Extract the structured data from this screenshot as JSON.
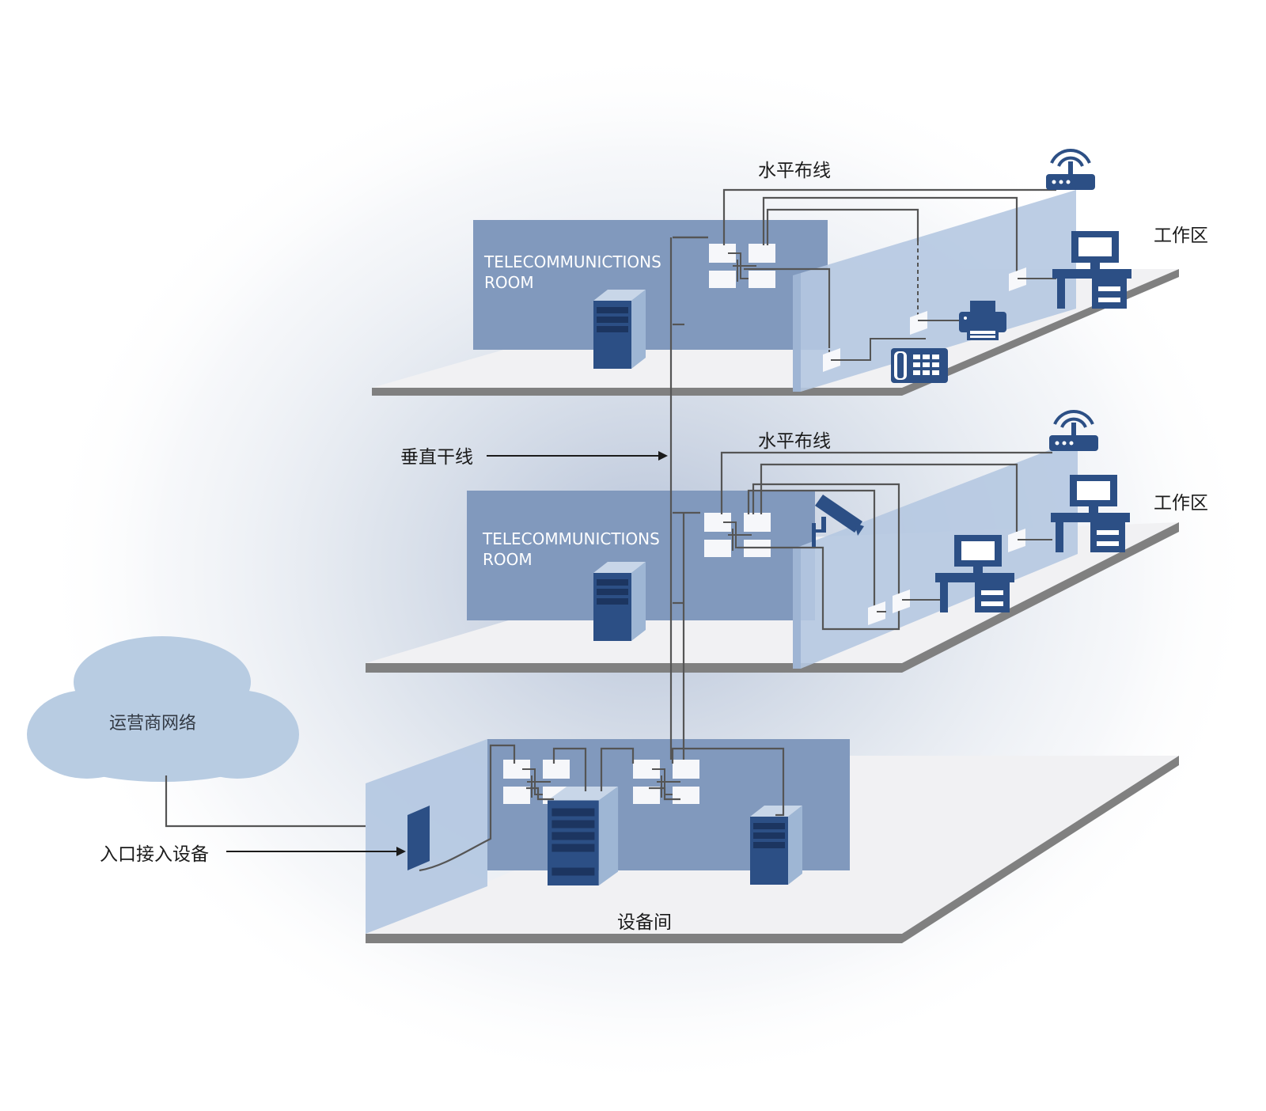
{
  "floors": [
    {
      "room_label_line1": "TELECOMMUNICTIONS",
      "room_label_line2": "ROOM",
      "horizontal_cabling_label": "水平布线",
      "work_area_label": "工作区"
    },
    {
      "room_label_line1": "TELECOMMUNICTIONS",
      "room_label_line2": "ROOM",
      "horizontal_cabling_label": "水平布线",
      "work_area_label": "工作区"
    }
  ],
  "backbone_label": "垂直干线",
  "carrier_network_label": "运营商网络",
  "entrance_facility_label": "入口接入设备",
  "equipment_room_label": "设备间",
  "colors": {
    "floor_slab": "#f1f1f3",
    "floor_edge": "#808080",
    "room_wall": "#8199bd",
    "glass_wall": "#b5c8e1",
    "device_blue": "#2c4f85",
    "server_side": "#9eb6d4",
    "cable": "#555555",
    "cloud": "#b8cce2"
  }
}
